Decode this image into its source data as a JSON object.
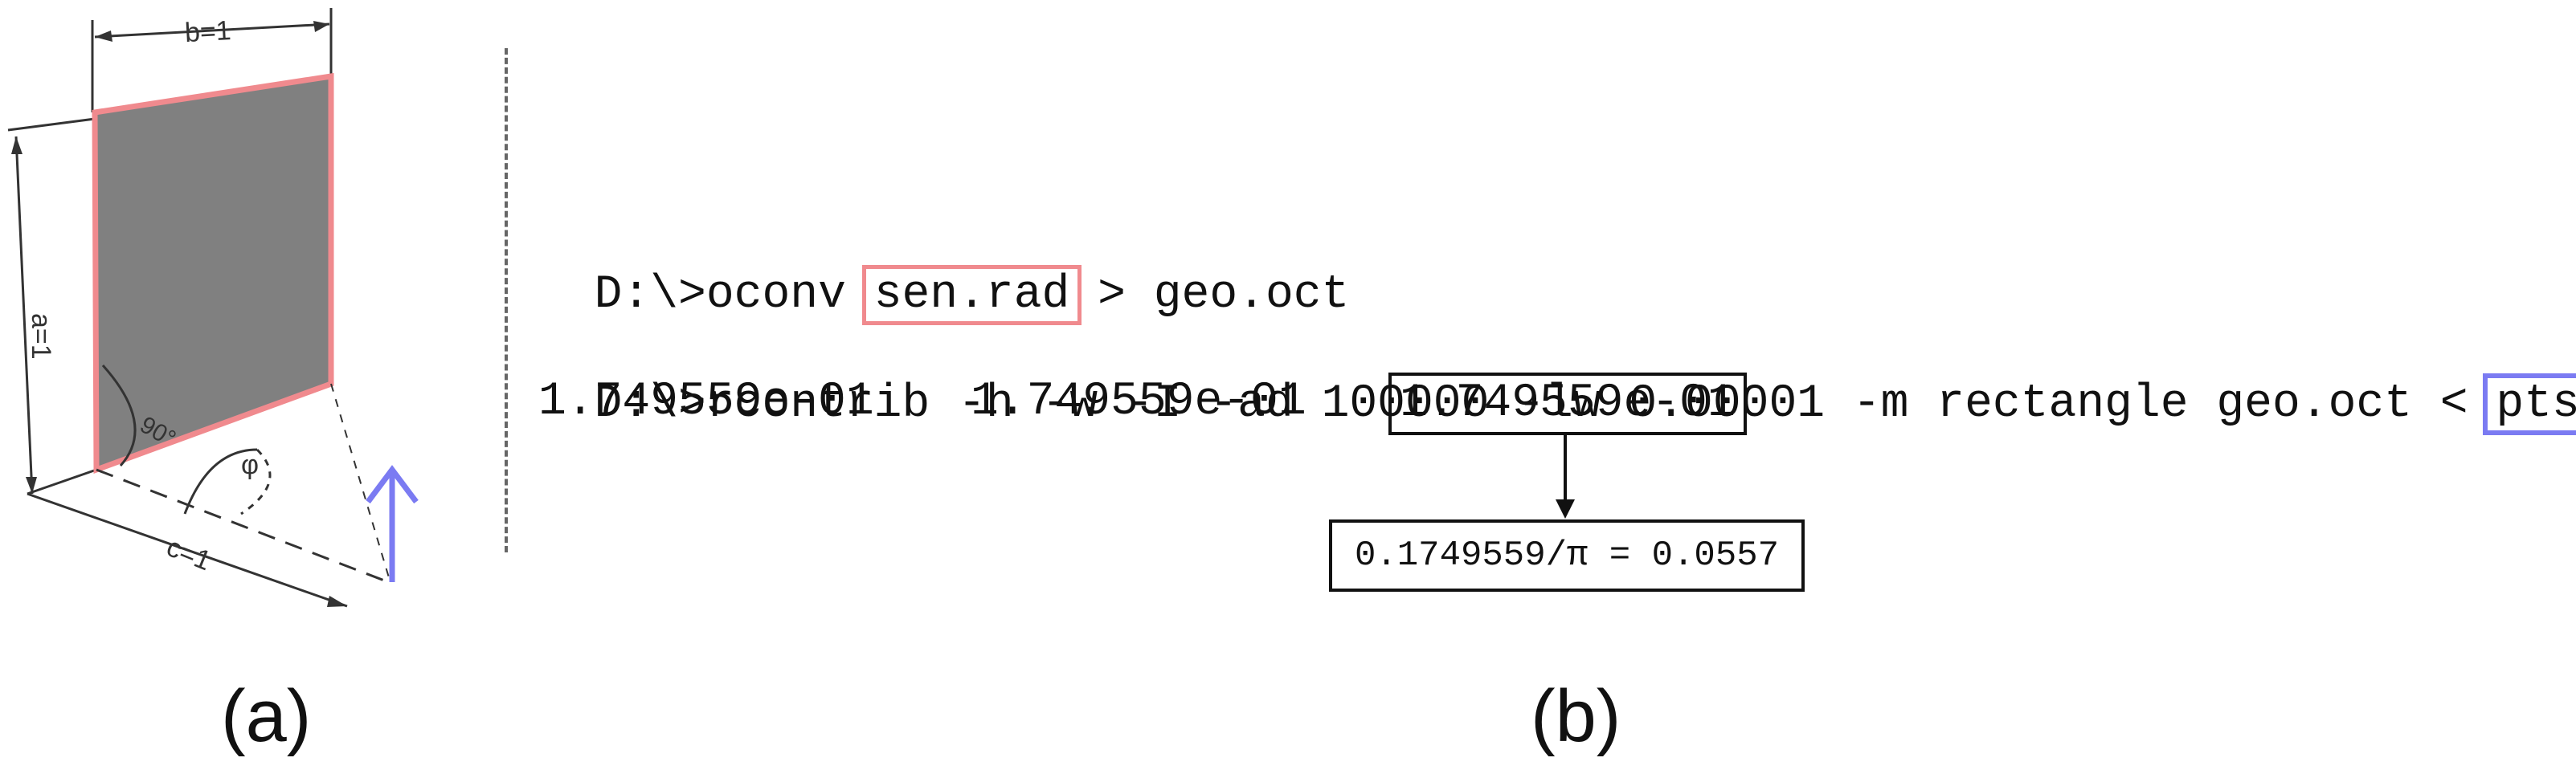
{
  "figure_a": {
    "label_b": "b=1",
    "label_a": "a=1",
    "label_c": "c=1",
    "label_angle": "90°",
    "label_phi": "φ",
    "caption": "(a)"
  },
  "figure_b": {
    "line1": {
      "prefix": "D:\\>oconv ",
      "input_file": "sen.rad",
      "suffix": " > geo.oct"
    },
    "line2": {
      "command": "D:\\>rcontrib -h -w -I -ad 100000 -lw 0.00001 -m rectangle geo.oct < ",
      "points_file": "pts.txt"
    },
    "outputs": [
      "1.749559e-01",
      "1.749559e-01",
      "1.749559e-01"
    ],
    "formula": "0.1749559/π = 0.0557",
    "caption": "(b)"
  },
  "colors": {
    "highlight_red": "#f08a8e",
    "highlight_blue": "#7b7bf2",
    "panel_gray": "#808080"
  }
}
